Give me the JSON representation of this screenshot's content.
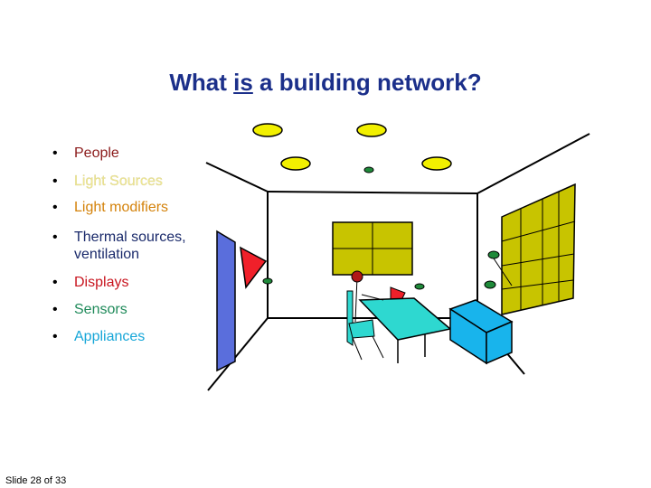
{
  "title": {
    "prefix": "What ",
    "emphasis": "is",
    "suffix": " a building network?"
  },
  "bullets": [
    {
      "marker": "•",
      "text": "People",
      "color": "#8b1a1a"
    },
    {
      "marker": "•",
      "text": "Light Sources",
      "color": "#f0e890"
    },
    {
      "marker": "•",
      "text": "Light modifiers",
      "color": "#d4820a"
    },
    {
      "marker": "•",
      "text": "Thermal sources, ventilation",
      "color": "#1a2a6b"
    },
    {
      "marker": "•",
      "text": "Displays",
      "color": "#c8141e"
    },
    {
      "marker": "•",
      "text": "Sensors",
      "color": "#1f8a5a"
    },
    {
      "marker": "•",
      "text": "Appliances",
      "color": "#16a6d8"
    }
  ],
  "footer": "Slide 28 of 33",
  "colors": {
    "title": "#1b2f8a",
    "light": "#f2f000",
    "sensor": "#1f8a3a",
    "display_wall": "#c8c400",
    "door": "#5a6edc",
    "desk": "#2ed8d0",
    "appliance": "#18b4ec",
    "red_display": "#f0202a",
    "person": "#b01818"
  }
}
